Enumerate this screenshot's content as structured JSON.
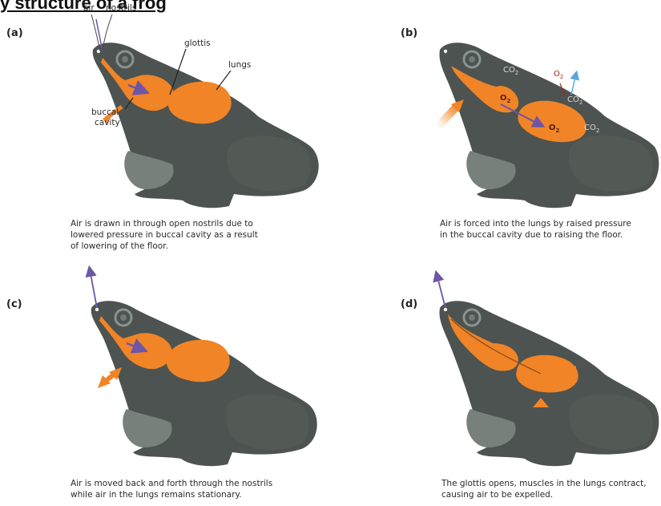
{
  "title": "y structure of a frog",
  "colors": {
    "body": "#4d5350",
    "belly": "#77807b",
    "organ": "#f08426",
    "arrow_purple": "#6b56a8",
    "arrow_blue": "#5aa7dc",
    "gas_label": "#d9d9d9",
    "oxygen_red": "#a0281e"
  },
  "labels": {
    "air": "air",
    "nostrils": "nostrils",
    "glottis": "glottis",
    "lungs": "lungs",
    "buccal_1": "buccal",
    "buccal_2": "cavity"
  },
  "gases": {
    "co2": "CO",
    "o2": "O",
    "sub": "2"
  },
  "panels": [
    {
      "letter": "(a)",
      "caption": [
        "Air is drawn in through open nostrils due to",
        "lowered pressure in buccal cavity as a result",
        "of lowering of the floor."
      ]
    },
    {
      "letter": "(b)",
      "caption": [
        "Air is forced into the lungs by raised pressure",
        "in the buccal cavity due to raising the floor."
      ]
    },
    {
      "letter": "(c)",
      "caption": [
        "Air is moved back and forth through the nostrils",
        "while air in the lungs remains stationary."
      ]
    },
    {
      "letter": "(d)",
      "caption": [
        "The glottis opens, muscles in the lungs contract,",
        "causing air to be expelled."
      ]
    }
  ]
}
